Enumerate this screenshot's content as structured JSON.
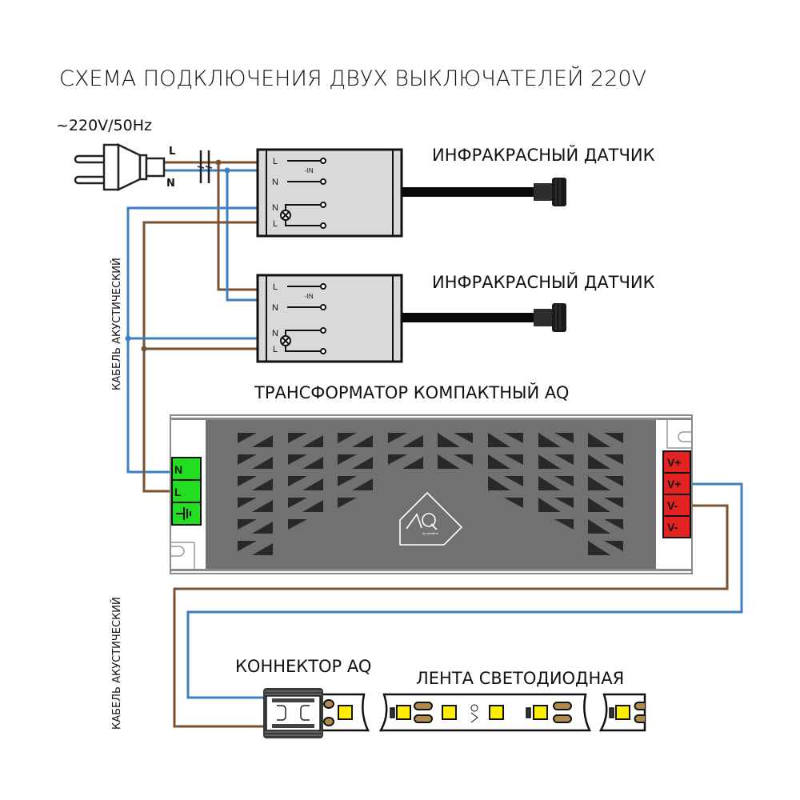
{
  "title": "СХЕМА ПОДКЛЮЧЕНИЯ ДВУХ ВЫКЛЮЧАТЕЛЕЙ 220V",
  "power": {
    "label": "~220V/50Hz",
    "plug_l": "L",
    "plug_n": "N"
  },
  "sensors": [
    {
      "label": "ИНФРАКРАСНЫЙ ДАТЧИК",
      "terminals": {
        "l_in": "L",
        "n_in": "N",
        "in_mark": "-IN",
        "n_out": "N",
        "l_out": "L"
      }
    },
    {
      "label": "ИНФРАКРАСНЫЙ ДАТЧИК",
      "terminals": {
        "l_in": "L",
        "n_in": "N",
        "in_mark": "-IN",
        "n_out": "N",
        "l_out": "L"
      }
    }
  ],
  "transformer": {
    "label": "ТРАНСФОРМАТОР КОМПАКТНЫЙ AQ",
    "input_terminals": [
      "N",
      "L",
      "⏚"
    ],
    "output_terminals": [
      "V+",
      "V+",
      "V-",
      "V-"
    ],
    "logo": "AQ",
    "logo_sub": "by westline"
  },
  "cable_labels": [
    "КАБЕЛЬ АКУСТИЧЕСКИЙ",
    "КАБЕЛЬ АКУСТИЧЕСКИЙ"
  ],
  "connector": {
    "label": "КОННЕКТОР AQ"
  },
  "led_strip": {
    "label": "ЛЕНТА СВЕТОДИОДНАЯ"
  },
  "colors": {
    "wire_brown": "#7a5230",
    "wire_blue": "#3d7fc4",
    "terminal_green": "#22dd22",
    "terminal_red": "#e32222",
    "transformer_body": "#717073",
    "sensor_body": "#d9d9d9",
    "led_yellow": "#ffee00",
    "pad_gold": "#b08a4a"
  }
}
